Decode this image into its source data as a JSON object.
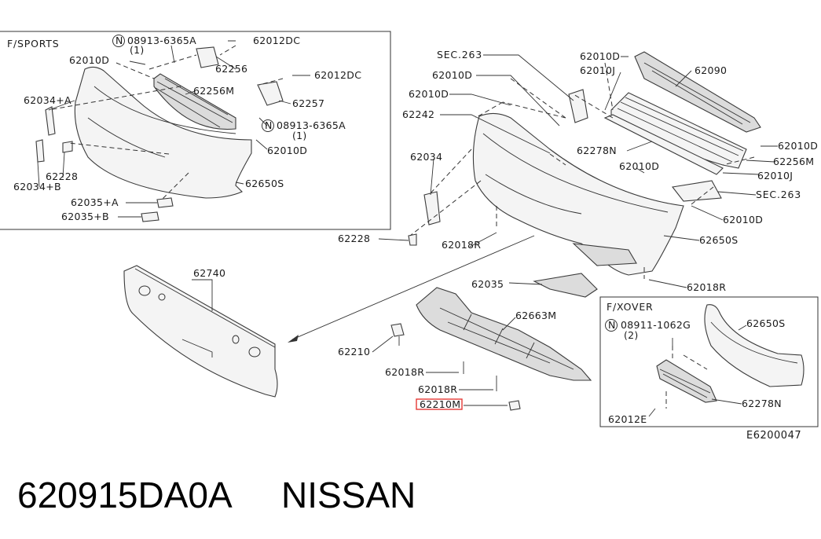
{
  "diagram_code": "E6200047",
  "caption": {
    "part_number": "620915DA0A",
    "brand": "NISSAN"
  },
  "highlight_color": "#e53935",
  "highlighted_label": "62210M",
  "insets": {
    "sports": {
      "title": "F/SPORTS",
      "labels": {
        "l1": "08913-6365A",
        "l1q": "(1)",
        "l2": "62012DC",
        "l3": "62010D",
        "l4": "62256",
        "l5": "62012DC",
        "l6": "62034+A",
        "l7": "62256M",
        "l8": "62257",
        "l9": "08913-6365A",
        "l9q": "(1)",
        "l10": "62228",
        "l11": "62010D",
        "l12": "62034+B",
        "l13": "62650S",
        "l14": "62035+A",
        "l15": "62035+B"
      }
    },
    "xover": {
      "title": "F/XOVER",
      "labels": {
        "x1": "08911-1062G",
        "x1q": "(2)",
        "x2": "62650S",
        "x3": "62278N",
        "x4": "62012E"
      }
    }
  },
  "main": {
    "labels": {
      "m1": "SEC.263",
      "m2": "62010D",
      "m3": "62010D",
      "m4": "62242",
      "m5": "62010D",
      "m6": "62010J",
      "m7": "62090",
      "m8": "62278N",
      "m9": "62010D",
      "m10": "62034",
      "m11": "62010D",
      "m12": "62256M",
      "m13": "62010J",
      "m14": "SEC.263",
      "m15": "62010D",
      "m16": "62228",
      "m17": "62018R",
      "m18": "62650S",
      "m19": "62035",
      "m20": "62018R",
      "m21": "62740",
      "m22": "62663M",
      "m23": "62210",
      "m24": "62018R",
      "m25": "62018R",
      "m26": "62210M"
    }
  }
}
